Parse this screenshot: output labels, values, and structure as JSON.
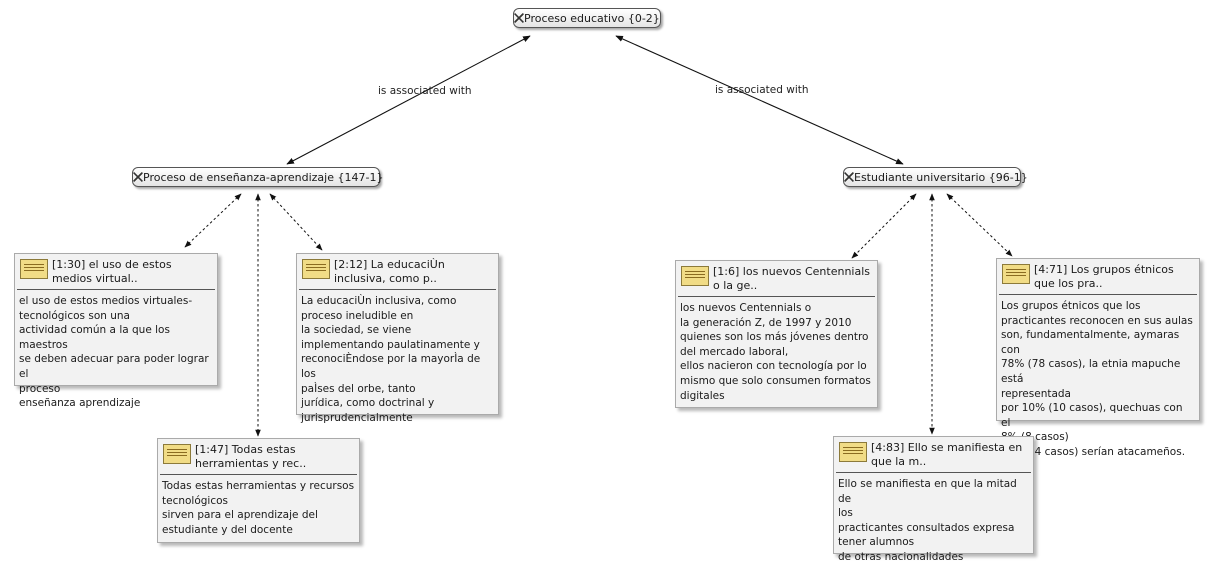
{
  "nodes": {
    "root": {
      "label": "Proceso educativo {0-2}",
      "icon": "code-icon"
    },
    "ensenanza": {
      "label": "Proceso de enseñanza-aprendizaje {147-1}",
      "icon": "code-icon"
    },
    "estudiante": {
      "label": "Estudiante universitario {96-1}",
      "icon": "code-icon"
    }
  },
  "relations": {
    "left_label": "is associated with",
    "right_label": "is associated with"
  },
  "quotations": {
    "q1_30": {
      "title": "[1:30] el uso de estos medios virtual..",
      "text": "el uso de estos medios virtuales-\ntecnológicos son una\nactividad común a la que los maestros\nse deben adecuar para poder lograr el\nproceso\nenseñanza aprendizaje",
      "icon": "quotation-icon"
    },
    "q2_12": {
      "title": "[2:12] La educaciÙn inclusiva, como p..",
      "text": "La  educaciÙn inclusiva, como\nproceso  ineludible en\nla  sociedad,  se  viene\nimplementando paulatinamente y\nreconociÈndose por la mayorÌa de los\npaÌses del orbe, tanto\njurídica, como doctrinal y\njurisprudencialmente",
      "icon": "quotation-icon"
    },
    "q1_47": {
      "title": "[1:47] Todas estas herramientas y rec..",
      "text": "Todas estas herramientas y recursos\ntecnológicos\nsirven para el aprendizaje del\nestudiante y del docente",
      "icon": "quotation-icon"
    },
    "q1_6": {
      "title": "[1:6] los nuevos Centennials o la ge..",
      "text": "los nuevos Centennials o\nla generación Z, de 1997 y 2010\nquienes son los más jóvenes dentro\ndel mercado laboral,\nellos nacieron con tecnología por lo\nmismo que solo consumen formatos\ndigitales",
      "icon": "quotation-icon"
    },
    "q4_71": {
      "title": "[4:71] Los grupos étnicos que los pra..",
      "text": "Los grupos étnicos que los\npracticantes reconocen en sus aulas\nson, fundamentalmente, aymaras con\n78% (78 casos), la etnia mapuche está\nrepresentada\npor 10% (10 casos), quechuas con el\n8% (8 casos)\ny 4% (4 casos) serían atacameños.",
      "icon": "quotation-icon"
    },
    "q4_83": {
      "title": "[4:83] Ello se manifiesta en que la m..",
      "text": "Ello se manifiesta en que la mitad de\nlos\npracticantes consultados expresa\ntener alumnos\nde otras nacionalidades",
      "icon": "quotation-icon"
    }
  }
}
